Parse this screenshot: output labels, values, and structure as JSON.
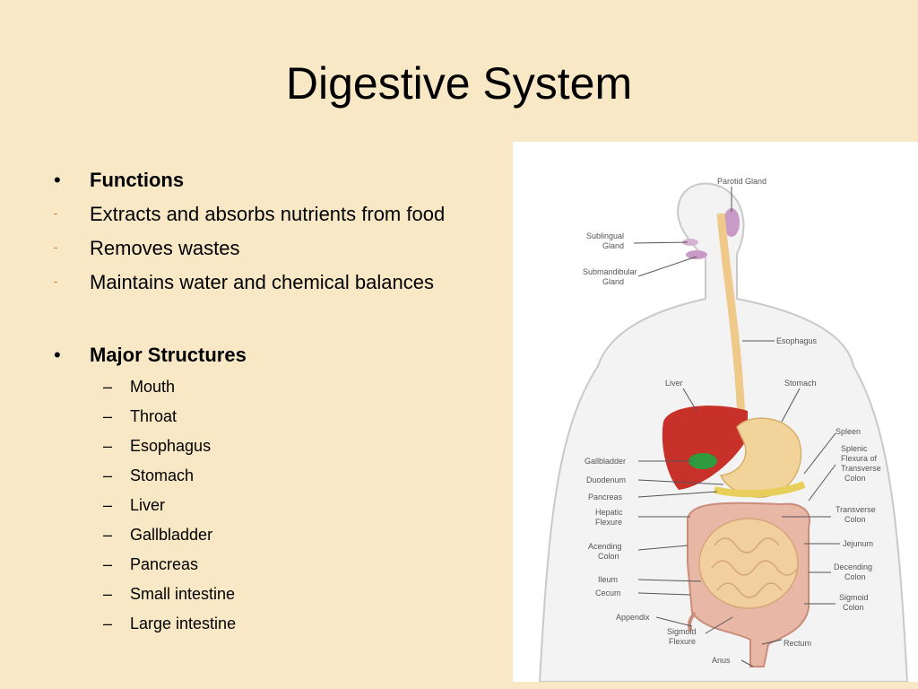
{
  "slide": {
    "title": "Digestive System",
    "bullet_char": "•",
    "functions": {
      "heading": "Functions",
      "marker": "-",
      "items": [
        "Extracts and absorbs nutrients from food",
        "Removes wastes",
        "Maintains water and chemical balances"
      ]
    },
    "structures": {
      "heading": "Major Structures",
      "marker": "–",
      "items": [
        "Mouth",
        "Throat",
        "Esophagus",
        "Stomach",
        "Liver",
        "Gallbladder",
        "Pancreas",
        "Small intestine",
        "Large intestine"
      ]
    }
  },
  "figure": {
    "labels": {
      "parotid": "Parotid Gland",
      "sublingual1": "Sublingual",
      "sublingual2": "Gland",
      "submandibular1": "Submandibular",
      "submandibular2": "Gland",
      "esophagus": "Esophagus",
      "liver": "Liver",
      "stomach": "Stomach",
      "spleen": "Spleen",
      "splenic1": "Splenic",
      "splenic2": "Flexura of",
      "splenic3": "Transverse",
      "splenic4": "Colon",
      "gallbladder": "Gallbladder",
      "duodenum": "Duodenum",
      "pancreas": "Pancreas",
      "hepatic1": "Hepatic",
      "hepatic2": "Flexure",
      "transverse1": "Transverse",
      "transverse2": "Colon",
      "ascending1": "Acending",
      "ascending2": "Colon",
      "jejunum": "Jejunum",
      "ileum": "Ileum",
      "cecum": "Cecum",
      "descending1": "Decending",
      "descending2": "Colon",
      "appendix": "Appendix",
      "sigmoid_colon1": "Sigmoid",
      "sigmoid_colon2": "Colon",
      "sigmoid_flexure1": "Sigmoid",
      "sigmoid_flexure2": "Flexure",
      "rectum": "Rectum",
      "anus": "Anus"
    },
    "colors": {
      "liver": "#c8302a",
      "stomach": "#f2d49a",
      "intestine": "#e8b7a6",
      "gallbladder": "#2f9a3f"
    }
  }
}
